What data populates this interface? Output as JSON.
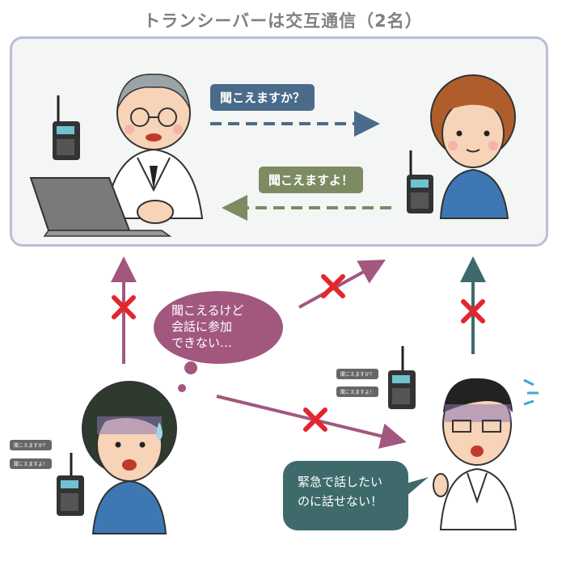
{
  "title": "トランシーバーは交互通信（2名）",
  "bubbles": {
    "question": "聞こえますか？",
    "answer": "聞こえますよ！"
  },
  "thought": {
    "line1": "聞こえるけど",
    "line2": "会話に参加",
    "line3": "できない…"
  },
  "urgent": {
    "line1": "緊急で話したい",
    "line2": "のに話せない！"
  },
  "mini_left": {
    "q": "聞こえますか？",
    "a": "聞こえますよ！"
  },
  "mini_right": {
    "q": "聞こえますか？",
    "a": "聞こえますよ！"
  },
  "colors": {
    "blue_arrow": "#4a6b8a",
    "green_arrow": "#7d8b62",
    "purple_arrow": "#a2577f",
    "teal_arrow": "#3e6a6b",
    "cross": "#e3262e"
  }
}
